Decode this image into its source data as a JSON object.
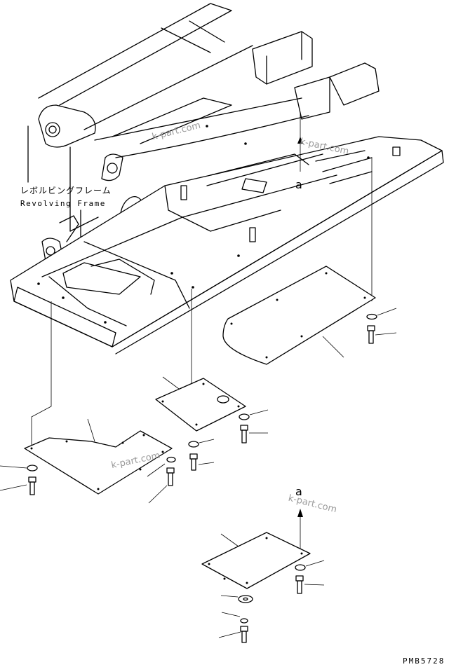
{
  "frame_label": {
    "japanese": "レボルビングフレーム",
    "english": "Revolving Frame"
  },
  "callouts": {
    "top": "a",
    "bottom": "a"
  },
  "drawing_number": "PMB5728",
  "watermarks": [
    "k-part.com",
    "k-part.com",
    "k-part.com",
    "k-part.com"
  ]
}
